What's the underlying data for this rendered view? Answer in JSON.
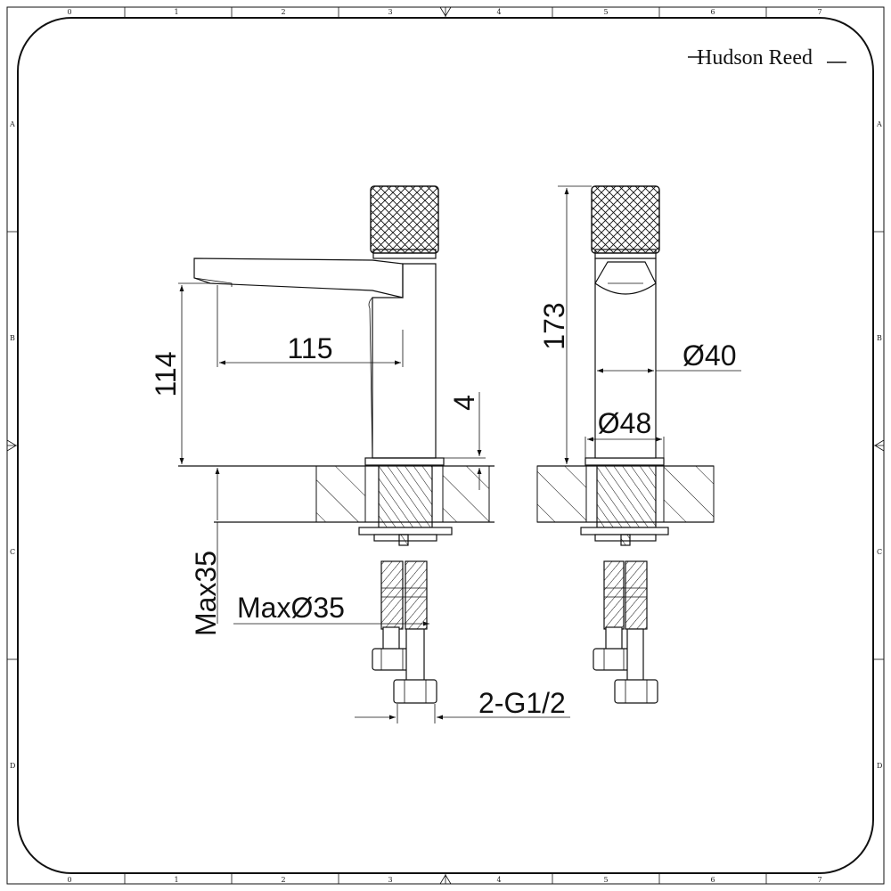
{
  "brand": {
    "name": "Hudson Reed"
  },
  "frame": {
    "column_labels": [
      "0",
      "1",
      "2",
      "3",
      "4",
      "5",
      "6",
      "7"
    ],
    "row_labels": [
      "A",
      "B",
      "C",
      "D"
    ]
  },
  "dimensions": {
    "spout_height": "114",
    "spout_reach": "115",
    "base_plate": "4",
    "total_height": "173",
    "body_diameter": "Ø40",
    "base_diameter": "Ø48",
    "max_deck_thickness": "Max35",
    "max_hole_diameter": "MaxØ35",
    "connection": "2-G1/2"
  }
}
